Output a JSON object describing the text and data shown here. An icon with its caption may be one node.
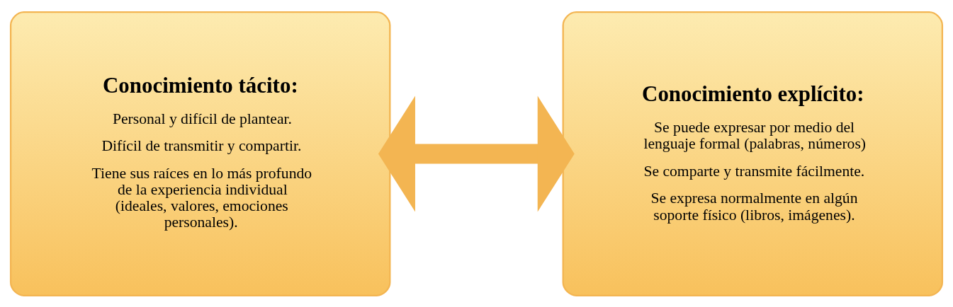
{
  "diagram": {
    "nodes": [
      {
        "text": [
          "Conocimiento tácito:",
          "Personal y difícil de plantear.",
          "Difícil de transmitir y compartir.",
          "Tiene sus raíces en lo más profundo de la experiencia individual (ideales, valores, emociones personales)."
        ]
      },
      {
        "text": [
          "Conocimiento explícito:",
          "Se puede expresar por medio del lenguaje formal (palabras, números)",
          "Se comparte y transmite fácilmente.",
          "Se expresa normalmente en algún soporte físico (libros, imágenes)."
        ]
      }
    ],
    "edges": [
      {
        "from": 0,
        "to": 1,
        "arrow": "both"
      }
    ]
  }
}
